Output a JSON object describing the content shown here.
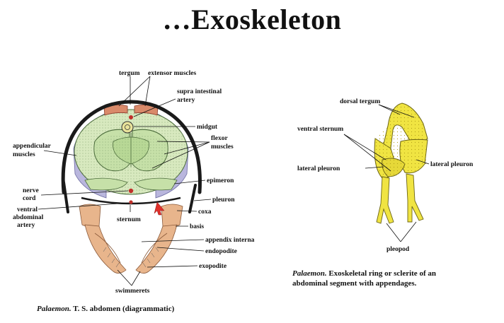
{
  "title": "…Exoskeleton",
  "left_figure": {
    "labels": {
      "tergum": "tergum",
      "extensor_muscles": "extensor muscles",
      "supra_intestinal_artery_1": "supra intestinal",
      "supra_intestinal_artery_2": "artery",
      "midgut": "midgut",
      "flexor_muscles_1": "flexor",
      "flexor_muscles_2": "muscles",
      "appendicular_muscles_1": "appendicular",
      "appendicular_muscles_2": "muscles",
      "epimeron": "epimeron",
      "nerve_cord_1": "nerve",
      "nerve_cord_2": "cord",
      "pleuron": "pleuron",
      "ventral_abdominal_artery_1": "ventral",
      "ventral_abdominal_artery_2": "abdominal",
      "ventral_abdominal_artery_3": "artery",
      "coxa": "coxa",
      "sternum": "sternum",
      "basis": "basis",
      "appendix_interna": "appendix interna",
      "endopodite": "endopodite",
      "exopodite": "exopodite",
      "swimmerets": "swimmerets"
    },
    "caption_genus": "Palaemon.",
    "caption_text": "T. S. abdomen (diagrammatic)"
  },
  "right_figure": {
    "labels": {
      "dorsal_tergum": "dorsal tergum",
      "ventral_sternum": "ventral sternum",
      "lateral_pleuron_left": "lateral pleuron",
      "lateral_pleuron_right": "lateral pleuron",
      "pleopod": "pleopod"
    },
    "caption_genus": "Palaemon.",
    "caption_line1": "Exoskeletal ring or sclerite of an",
    "caption_line2": "abdominal segment with appendages."
  },
  "colors": {
    "exoskeleton": "#1a1a1a",
    "muscle_green": "#cfe3b0",
    "appendicular_muscle": "#b9b6dd",
    "extensor_muscle": "#d98a6a",
    "appendage": "#e8b58c",
    "sclerite_yellow": "#f0e442"
  }
}
